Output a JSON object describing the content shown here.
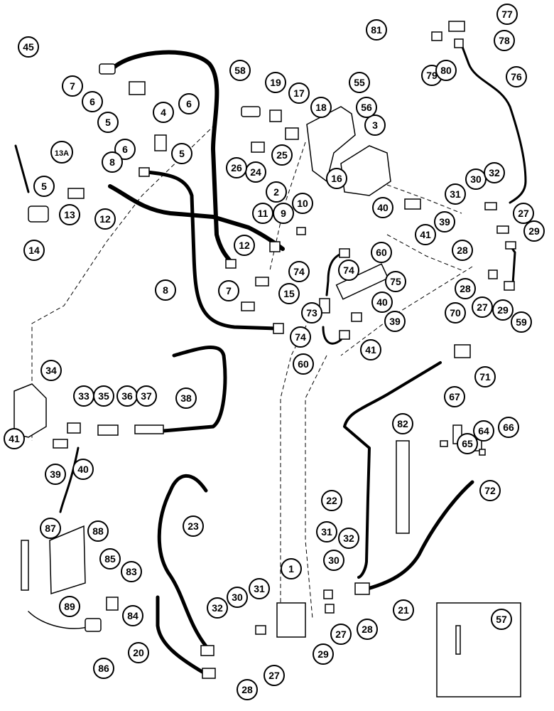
{
  "diagram": {
    "callouts": [
      "1",
      "3",
      "4",
      "5",
      "6",
      "7",
      "8",
      "9",
      "10",
      "11",
      "12",
      "13",
      "13A",
      "14",
      "15",
      "16",
      "17",
      "18",
      "19",
      "20",
      "21",
      "22",
      "23",
      "24",
      "25",
      "26",
      "27",
      "28",
      "29",
      "30",
      "31",
      "32",
      "33",
      "34",
      "35",
      "36",
      "37",
      "38",
      "39",
      "40",
      "41",
      "45",
      "55",
      "56",
      "57",
      "58",
      "59",
      "60",
      "64",
      "65",
      "66",
      "67",
      "70",
      "71",
      "72",
      "73",
      "74",
      "75",
      "76",
      "77",
      "78",
      "79",
      "80",
      "81",
      "82",
      "83",
      "84",
      "85",
      "86",
      "87",
      "88",
      "89",
      "2"
    ]
  }
}
